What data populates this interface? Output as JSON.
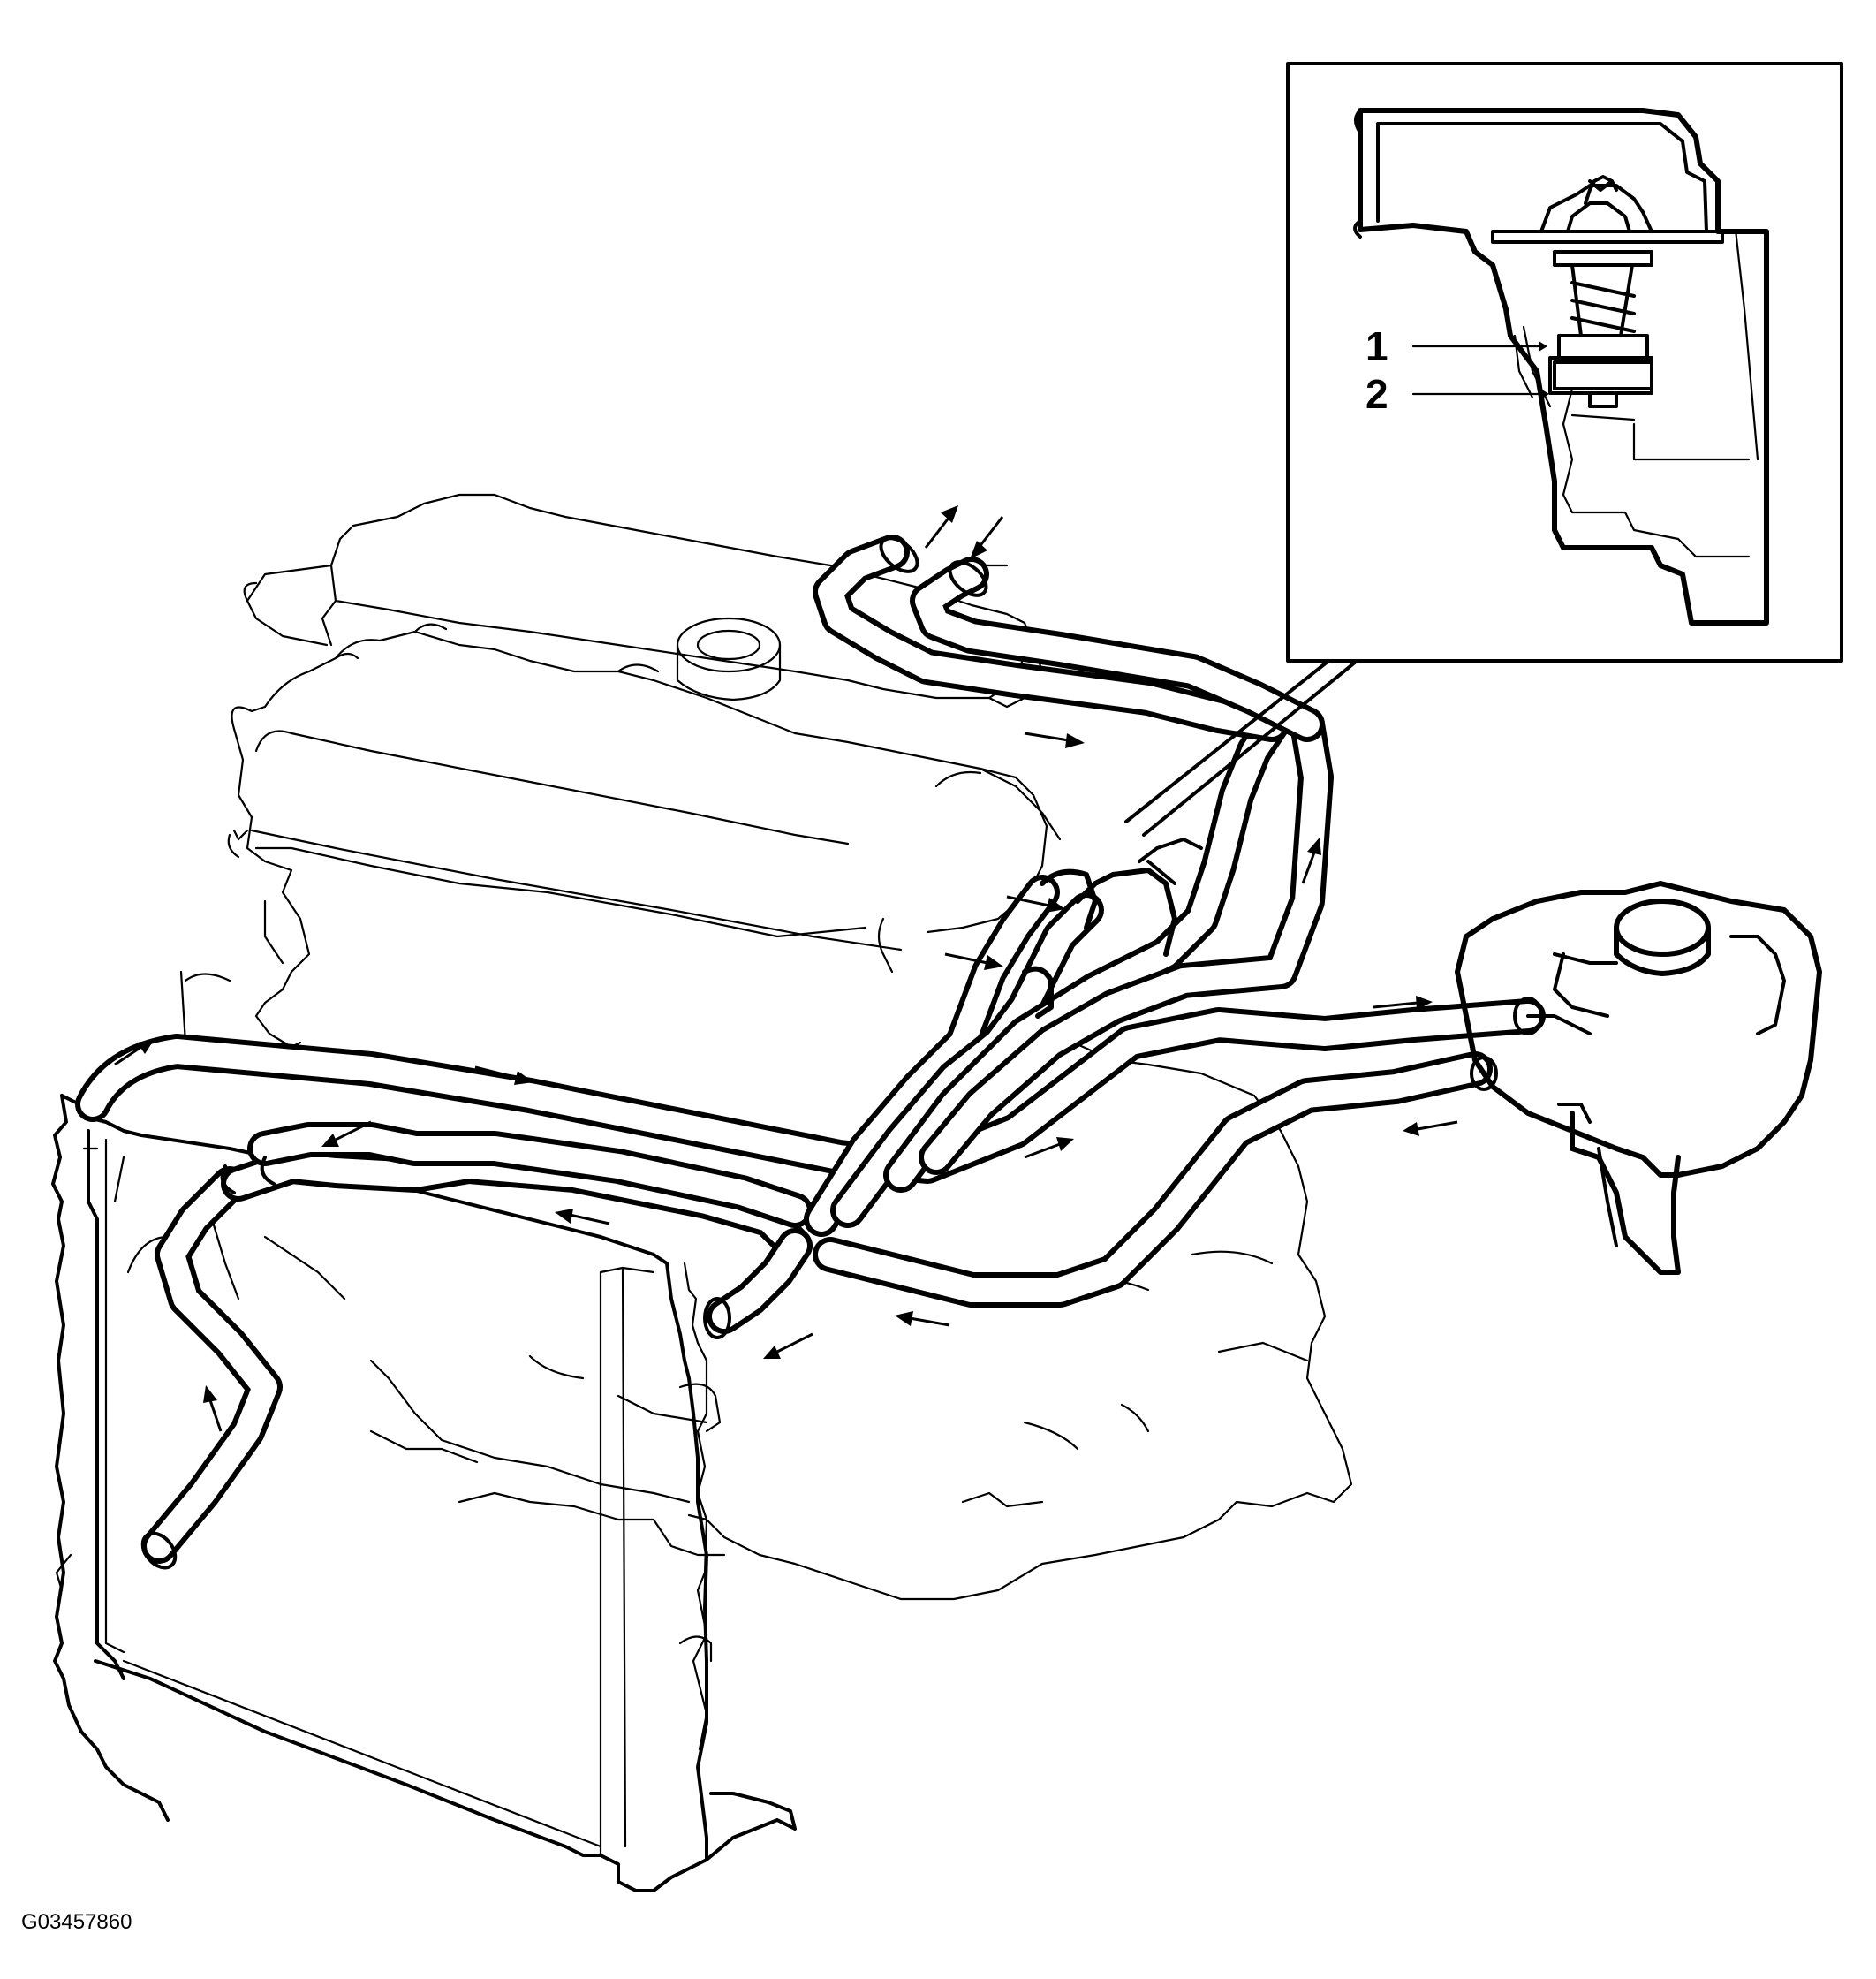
{
  "figure_id": "G03457860",
  "callouts": [
    {
      "number": "1"
    },
    {
      "number": "2"
    }
  ],
  "colors": {
    "line": "#000000",
    "background": "#ffffff"
  }
}
